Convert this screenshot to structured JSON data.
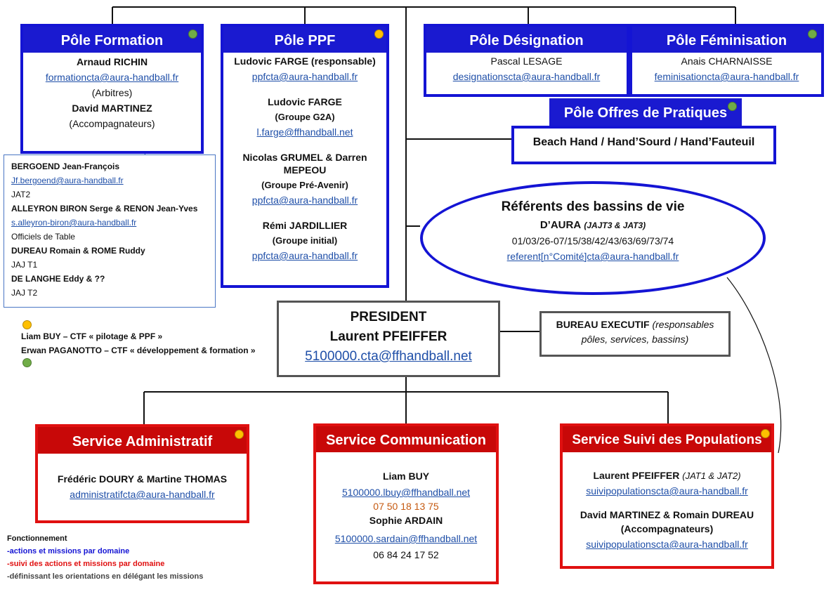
{
  "colors": {
    "pole_blue": "#1a1ad0",
    "service_red": "#c80808",
    "link": "#1f4fa8",
    "phone_orange": "#c55a11",
    "dot_green": "#70ad47",
    "dot_yellow": "#ffc000"
  },
  "poles": {
    "formation": {
      "title": "Pôle Formation",
      "dot": "green",
      "name1": "Arnaud RICHIN",
      "email1": "formationcta@aura-handball.fr",
      "role1": "(Arbitres)",
      "name2": "David MARTINEZ",
      "role2": "(Accompagnateurs)"
    },
    "ppf": {
      "title": "Pôle PPF",
      "dot": "yellow",
      "line1": "Ludovic FARGE (responsable)",
      "email1": "ppfcta@aura-handball.fr",
      "line2": "Ludovic FARGE",
      "group2": "(Groupe G2A)",
      "email2": "l.farge@ffhandball.net",
      "line3a": "Nicolas GRUMEL & Darren",
      "line3b": "MEPEOU",
      "group3": "(Groupe Pré-Avenir)",
      "email3": "ppfcta@aura-handball.fr",
      "line4": "Rémi JARDILLIER",
      "group4": "(Groupe initial)",
      "email4": "ppfcta@aura-handball.fr"
    },
    "designation": {
      "title": "Pôle Désignation",
      "name": "Pascal LESAGE",
      "email": "designationscta@aura-handball.fr"
    },
    "feminisation": {
      "title": "Pôle Féminisation",
      "dot": "green",
      "name": "Anais CHARNAISSE",
      "email": "feminisationcta@aura-handball.fr"
    },
    "offres": {
      "title": "Pôle Offres de Pratiques",
      "dot": "green",
      "body": "Beach Hand / Hand’Sourd / Hand’Fauteuil"
    }
  },
  "formation_detail": {
    "lines": [
      {
        "text": "BERGOEND Jean-François",
        "style": "bold"
      },
      {
        "text": "Jf.bergoend@aura-handball.fr",
        "style": "link"
      },
      {
        "text": "JAT2",
        "style": "plain"
      },
      {
        "text": "ALLEYRON BIRON Serge & RENON Jean-Yves",
        "style": "bold"
      },
      {
        "text": "s.alleyron-biron@aura-handball.fr",
        "style": "link"
      },
      {
        "text": "Officiels de Table",
        "style": "plain"
      },
      {
        "text": "DUREAU Romain & ROME Ruddy",
        "style": "bold"
      },
      {
        "text": "JAJ T1",
        "style": "plain"
      },
      {
        "text": "DE LANGHE Eddy & ??",
        "style": "bold"
      },
      {
        "text": "JAJ T2",
        "style": "plain"
      }
    ]
  },
  "referents": {
    "title": "Référents des bassins de vie",
    "subtitle": "D’AURA",
    "subtitle_note": "(JAJT3 & JAT3)",
    "departments": "01/03/26-07/15/38/42/43/63/69/73/74",
    "email": "referent[n°Comité]cta@aura-handball.fr"
  },
  "legend_ctf": {
    "line1": "Liam BUY – CTF « pilotage & PPF »",
    "line2": "Erwan PAGANOTTO – CTF « développement & formation »"
  },
  "president": {
    "label": "PRESIDENT",
    "name": "Laurent PFEIFFER",
    "email": "5100000.cta@ffhandball.net"
  },
  "bureau": {
    "title": "BUREAU EXECUTIF",
    "note1": "(responsables",
    "note2": "pôles, services, bassins)"
  },
  "services": {
    "administratif": {
      "title": "Service Administratif",
      "dot": "yellow",
      "names": "Frédéric DOURY & Martine THOMAS",
      "email": "administratifcta@aura-handball.fr"
    },
    "communication": {
      "title": "Service Communication",
      "name1": "Liam BUY",
      "email1": "5100000.lbuy@ffhandball.net",
      "phone1": "07 50 18 13 75",
      "name2": "Sophie ARDAIN",
      "email2": "5100000.sardain@ffhandball.net",
      "phone2": "06 84 24 17 52"
    },
    "suivi": {
      "title": "Service Suivi des Populations",
      "dot": "yellow",
      "name1": "Laurent PFEIFFER",
      "note1": "(JAT1 & JAT2)",
      "email1": "suivipopulationscta@aura-handball.fr",
      "name2": "David MARTINEZ & Romain DUREAU",
      "role2": "(Accompagnateurs)",
      "email2": "suivipopulationscta@aura-handball.fr"
    }
  },
  "fonctionnement": {
    "title": "Fonctionnement",
    "line1": "-actions et missions par domaine",
    "line1_color": "#1414d4",
    "line2": "-suivi des actions et missions par domaine",
    "line2_color": "#e01010",
    "line3": "-définissant les orientations en délégant les missions",
    "line3_color": "#444444"
  }
}
